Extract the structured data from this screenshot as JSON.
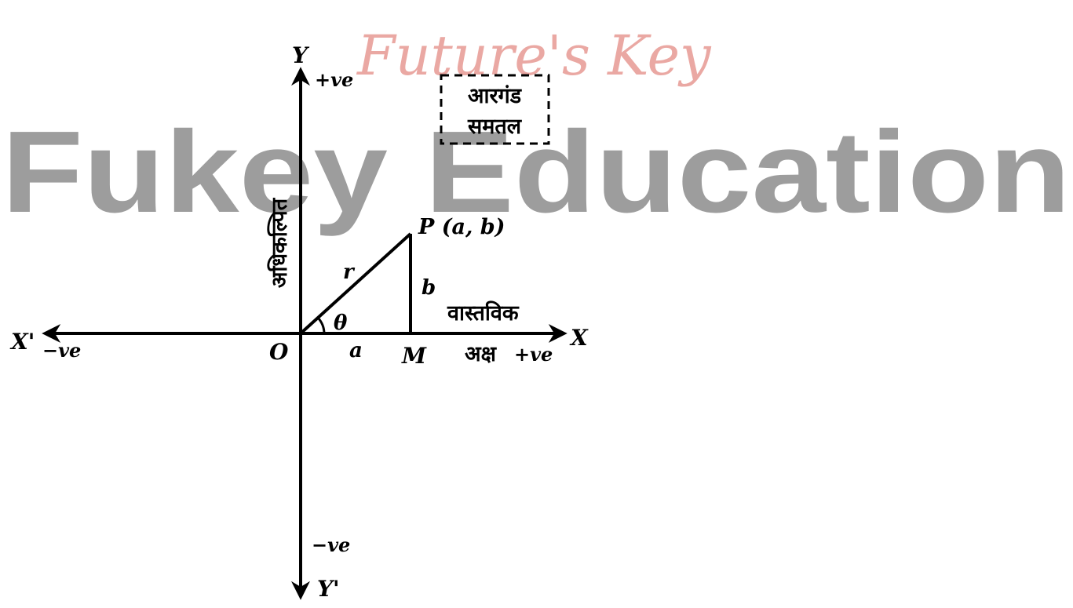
{
  "watermark": {
    "script_text": "Future's Key",
    "big_text": "Fukey Education",
    "script_color": "#e79a93",
    "big_color": "#8c8c8c"
  },
  "axes": {
    "y_top": "Y",
    "y_bottom": "Y'",
    "x_right": "X",
    "x_left": "X'",
    "y_pos_sign": "+ve",
    "y_neg_sign": "−ve",
    "x_neg_sign": "−ve",
    "x_pos_sign": "+ve",
    "imaginary_axis_label": "अधिकल्पित",
    "real_axis_label_line1": "वास्तविक",
    "real_axis_label_line2": "अक्ष"
  },
  "points": {
    "origin": "O",
    "foot": "M",
    "point": "P (a, b)"
  },
  "segments": {
    "radius": "r",
    "horizontal": "a",
    "vertical": "b",
    "angle": "θ"
  },
  "plane_box": {
    "line1": "आरगंड",
    "line2": "समतल"
  }
}
